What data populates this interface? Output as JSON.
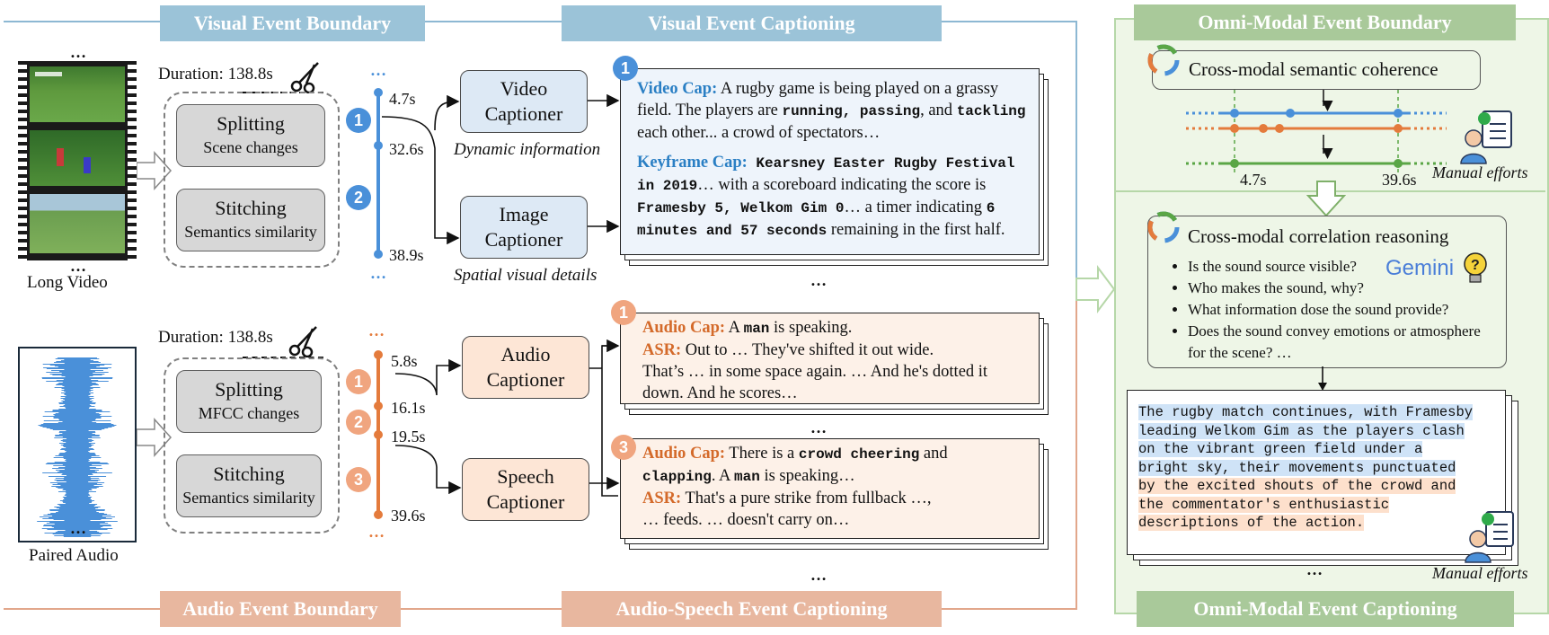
{
  "banners": {
    "visual_boundary": "Visual Event Boundary",
    "visual_captioning": "Visual Event Captioning",
    "audio_boundary": "Audio Event Boundary",
    "audio_captioning": "Audio-Speech Event Captioning",
    "omni_boundary": "Omni-Modal Event Boundary",
    "omni_captioning": "Omni-Modal Event Captioning"
  },
  "colors": {
    "blue": "#4a90d9",
    "orange": "#e47b3c",
    "green": "#5aa646"
  },
  "video": {
    "label": "Long Video",
    "dots_top": "…",
    "dots_bottom": "…",
    "duration": "Duration: 138.8s",
    "split_title": "Splitting",
    "split_sub": "Scene changes",
    "stitch_title": "Stitching",
    "stitch_sub": "Semantics similarity",
    "timeline": {
      "top_dots": "…",
      "bottom_dots": "…",
      "t1": "4.7s",
      "t2": "32.6s",
      "t3": "38.9s",
      "n1": "1",
      "n2": "2"
    },
    "video_captioner": [
      "Video",
      "Captioner"
    ],
    "image_captioner": [
      "Image",
      "Captioner"
    ],
    "dynamic": "Dynamic information",
    "spatial": "Spatial visual details",
    "cap_num": "1",
    "video_cap_label": "Video Cap:",
    "video_cap_1": " A rugby game is being played on a grassy field. The players are ",
    "video_cap_bold": "running, passing",
    "video_cap_2": ", and ",
    "video_cap_bold2": "tackling",
    "video_cap_3": " each other... a crowd of spectators…",
    "key_cap_label": "Keyframe Cap:",
    "key_bold1": " Kearsney Easter Rugby Festival in 2019",
    "key_1": "… with a scoreboard indicating the score is ",
    "key_bold2": "Framesby 5, Welkom Gim 0",
    "key_2": "… a timer indicating ",
    "key_bold3": "6 minutes and 57 seconds",
    "key_3": " remaining in the first half.",
    "more": "…"
  },
  "audio": {
    "label": "Paired Audio",
    "dots_top": "…",
    "dots_bottom": "…",
    "duration": "Duration: 138.8s",
    "split_title": "Splitting",
    "split_sub": "MFCC changes",
    "stitch_title": "Stitching",
    "stitch_sub": "Semantics similarity",
    "timeline": {
      "top_dots": "…",
      "bottom_dots": "…",
      "t1": "5.8s",
      "t2": "16.1s",
      "t3": "19.5s",
      "t4": "39.6s",
      "n1": "1",
      "n2": "2",
      "n3": "3"
    },
    "audio_captioner": [
      "Audio",
      "Captioner"
    ],
    "speech_captioner": [
      "Speech",
      "Captioner"
    ],
    "box1": {
      "num": "1",
      "ac_label": "Audio Cap:",
      "ac_1": " A ",
      "ac_bold": "man",
      "ac_2": " is speaking.",
      "asr_label": "ASR:",
      "asr_1": " Out to … They've shifted it out wide.",
      "asr_2": "That’s … in some space again. … And he's dotted it",
      "asr_3": "down. And he scores…"
    },
    "box1_more": "…",
    "box3": {
      "num": "3",
      "ac_label": "Audio Cap:",
      "ac_1": " There is a ",
      "ac_bold": "crowd cheering",
      "ac_2": " and",
      "ac_bold2": "clapping",
      "ac_3": ". A ",
      "ac_bold3": "man",
      "ac_4": " is speaking…",
      "asr_label": "ASR:",
      "asr_1": " That's a pure strike from fullback …,",
      "asr_2": "… feeds. … doesn't carry on…"
    },
    "box3_more": "…"
  },
  "omni": {
    "coherence": "Cross-modal semantic coherence",
    "t_left": "4.7s",
    "t_right": "39.6s",
    "manual1": "Manual efforts",
    "reasoning": "Cross-modal correlation reasoning",
    "gemini": "Gemini",
    "questions": [
      "Is the sound source visible?",
      "Who makes the sound, why?",
      "What information dose the sound provide?",
      "Does the sound convey emotions or atmosphere for the scene? …"
    ],
    "caption_lines": [
      "The rugby match continues, with Framesby",
      "leading Welkom Gim as the players clash",
      "on the vibrant green field under a",
      "bright sky, their movements punctuated",
      "by the excited shouts of the crowd and",
      "the commentator's enthusiastic",
      "descriptions of the action."
    ],
    "more": "…",
    "manual2": "Manual efforts"
  }
}
